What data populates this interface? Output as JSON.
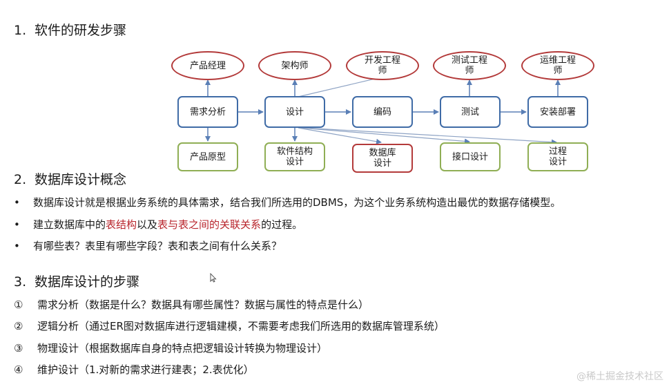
{
  "section1": {
    "number": "1.",
    "title": "软件的研发步骤"
  },
  "diagram": {
    "roles": [
      "产品经理",
      "架构师",
      "开发工程\n师",
      "测试工程\n师",
      "运维工程\n师"
    ],
    "steps": [
      "需求分析",
      "设计",
      "编码",
      "测试",
      "安装部署"
    ],
    "artifacts": [
      "产品原型",
      "软件结构\n设计",
      "数据库\n设计",
      "接口设计",
      "过程\n设计"
    ]
  },
  "section2": {
    "number": "2.",
    "title": "数据库设计概念",
    "bullet_marker": "•",
    "bullets": {
      "b1": "数据库设计就是根据业务系统的具体需求，结合我们所选用的DBMS，为这个业务系统构造出最优的数据存储模型。",
      "b2_part1": "建立数据库中的",
      "b2_hl1": "表结构",
      "b2_part2": "以及",
      "b2_hl2": "表与表之间的关联关系",
      "b2_part3": "的过程。",
      "b3": "有哪些表？表里有哪些字段？表和表之间有什么关系？"
    }
  },
  "section3": {
    "number": "3.",
    "title": "数据库设计的步骤",
    "steps": [
      {
        "marker": "①",
        "text": "需求分析（数据是什么？数据具有哪些属性？数据与属性的特点是什么）"
      },
      {
        "marker": "②",
        "text": "逻辑分析（通过ER图对数据库进行逻辑建模，不需要考虑我们所选用的数据库管理系统）"
      },
      {
        "marker": "③",
        "text": "物理设计（根据数据库自身的特点把逻辑设计转换为物理设计）"
      },
      {
        "marker": "④",
        "text": "维护设计（1.对新的需求进行建表；2.表优化）"
      }
    ]
  },
  "watermark": "@稀土掘金技术社区",
  "colors": {
    "role_border": "#b33a3a",
    "step_border": "#3f6ba6",
    "artifact_border": "#8fae54",
    "highlight": "#b8242b",
    "arrow": "#5a7fb6"
  }
}
